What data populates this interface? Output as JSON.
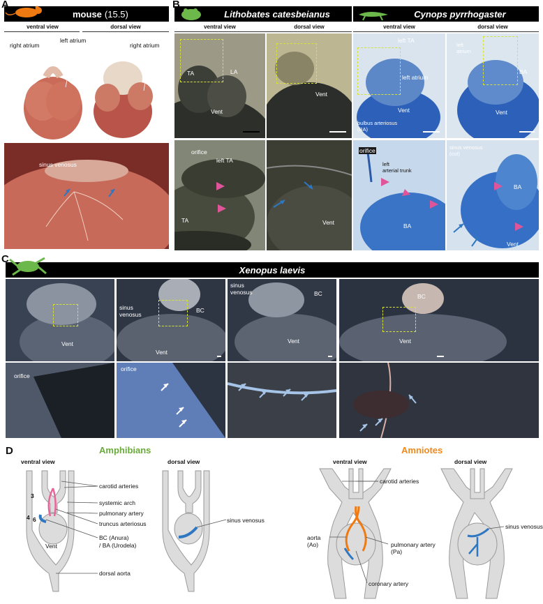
{
  "panels": {
    "A": {
      "letter": "A",
      "header_species": "mouse",
      "header_stage": "(15.5)",
      "view_ventral": "ventral view",
      "view_dorsal": "dorsal view",
      "labels": {
        "right_atrium_left": "right atrium",
        "left_atrium": "left atrium",
        "right_atrium_right": "right atrium",
        "sinus_venosus": "sinus venosus"
      }
    },
    "B": {
      "letter": "B",
      "species_1": "Lithobates catesbeianus",
      "species_2": "Cynops pyrrhogaster",
      "view_ventral_1": "ventral view",
      "view_dorsal_1": "dorsal view",
      "view_ventral_2": "ventral view",
      "view_dorsal_2": "dorsal view",
      "labels": {
        "ta": "TA",
        "la": "LA",
        "vent_1": "Vent",
        "vent_2": "Vent",
        "orifice_1": "orifice",
        "left_ta": "left TA",
        "ta_2": "TA",
        "vent_3": "Vent",
        "left_ta_c": "left TA",
        "left_atrium_c": "left atrium",
        "vent_c": "Vent",
        "bulbus": "bulbus arteriosus\n(BA)",
        "left_atrium_c2": "left\natrium",
        "ba_c": "BA",
        "vent_c2": "Vent",
        "orifice_c": "orifice",
        "left_arterial_trunk": "left\narterial trunk",
        "ba_c3": "BA",
        "sinus_venosus_cut": "sinus venosus\n(cut)",
        "ba_c4": "BA",
        "vent_c4": "Vent"
      }
    },
    "C": {
      "letter": "C",
      "species": "Xenopus laevis",
      "labels": {
        "vent_1": "Vent",
        "sinus_venosus_1": "sinus\nvenosus",
        "bc_1": "BC",
        "vent_2": "Vent",
        "sinus_venosus_2": "sinus\nvenosus",
        "bc_2": "BC",
        "vent_3": "Vent",
        "bc_3": "BC",
        "vent_4": "Vent",
        "orifice_1": "orifice",
        "orifice_2": "orifice"
      }
    },
    "D": {
      "letter": "D",
      "amphibians_title": "Amphibians",
      "amniotes_title": "Amniotes",
      "views": {
        "amph_ventral": "ventral view",
        "amph_dorsal": "dorsal view",
        "amn_ventral": "ventral view",
        "amn_dorsal": "dorsal view"
      },
      "amph_labels": {
        "carotid": "carotid arteries",
        "systemic": "systemic arch",
        "pulmonary": "pulmonary artery",
        "truncus": "truncus arteriosus",
        "bc": "BC (Anura)",
        "ba": "/ BA (Urodela)",
        "vent": "Vent",
        "dorsal_aorta": "dorsal aorta",
        "arch3": "3",
        "arch4": "4",
        "arch6": "6",
        "sinus": "sinus venosus"
      },
      "amn_labels": {
        "carotid": "carotid arteries",
        "aorta": "aorta\n(Ao)",
        "pulmonary": "pulmonary artery\n(Pa)",
        "coronary": "coronary artery",
        "sinus": "sinus venosus"
      }
    }
  },
  "colors": {
    "amphibians": "#6aaa3a",
    "amniotes": "#f08a1e",
    "sinus_blue": "#2f77c0",
    "orange_vessel": "#f07a12",
    "pink_vessel": "#e8659a",
    "species_icon": "#f07a12",
    "frog_icon": "#6cb84a",
    "arrowhead": "#e0559a"
  }
}
